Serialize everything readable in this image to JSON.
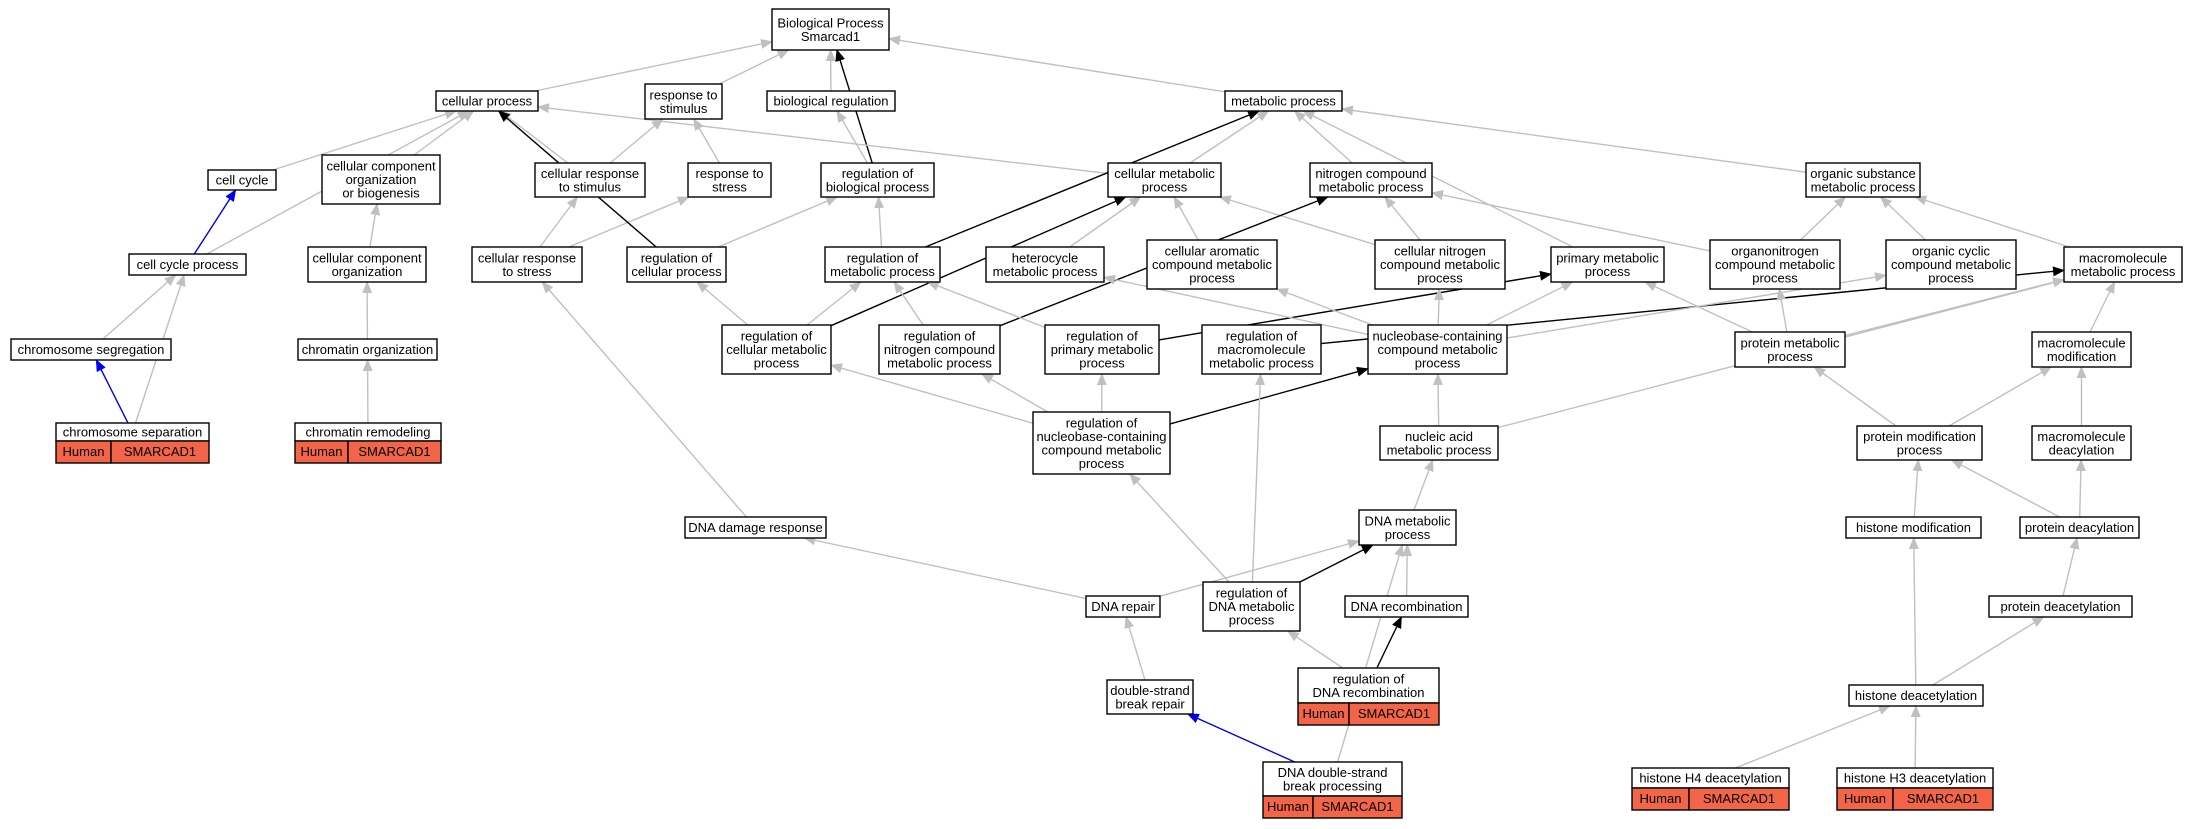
{
  "colors": {
    "gray": "#c0c0c0",
    "black": "#000000",
    "blue": "#0000ee",
    "annotation": "#f26549"
  },
  "annotation": {
    "organism": "Human",
    "gene": "SMARCAD1"
  },
  "nodes": {
    "root": [
      "Biological Process",
      "Smarcad1"
    ],
    "cellular_process": [
      "cellular process"
    ],
    "response_to_stimulus": [
      "response to",
      "stimulus"
    ],
    "biological_regulation": [
      "biological regulation"
    ],
    "metabolic_process": [
      "metabolic process"
    ],
    "cell_cycle": [
      "cell cycle"
    ],
    "cell_comp_org_biogenesis": [
      "cellular component",
      "organization",
      "or biogenesis"
    ],
    "cellular_response_to_stimulus": [
      "cellular response",
      "to stimulus"
    ],
    "response_to_stress": [
      "response to",
      "stress"
    ],
    "regulation_of_biological_process": [
      "regulation of",
      "biological process"
    ],
    "cellular_metabolic_process": [
      "cellular metabolic",
      "process"
    ],
    "nitrogen_compound_metabolic_process": [
      "nitrogen compound",
      "metabolic process"
    ],
    "organic_substance_metabolic_process": [
      "organic substance",
      "metabolic process"
    ],
    "cell_cycle_process": [
      "cell cycle process"
    ],
    "cellular_component_organization": [
      "cellular component",
      "organization"
    ],
    "cellular_response_to_stress": [
      "cellular response",
      "to stress"
    ],
    "regulation_of_cellular_process": [
      "regulation of",
      "cellular process"
    ],
    "regulation_of_metabolic_process": [
      "regulation of",
      "metabolic process"
    ],
    "heterocycle_metabolic_process": [
      "heterocycle",
      "metabolic process"
    ],
    "cellular_aromatic_compound_metabolic_process": [
      "cellular aromatic",
      "compound metabolic",
      "process"
    ],
    "cellular_nitrogen_compound_metabolic_process": [
      "cellular nitrogen",
      "compound metabolic",
      "process"
    ],
    "primary_metabolic_process": [
      "primary metabolic",
      "process"
    ],
    "organonitrogen_compound_metabolic_process": [
      "organonitrogen",
      "compound metabolic",
      "process"
    ],
    "organic_cyclic_compound_metabolic_process": [
      "organic cyclic",
      "compound metabolic",
      "process"
    ],
    "macromolecule_metabolic_process": [
      "macromolecule",
      "metabolic process"
    ],
    "chromosome_segregation": [
      "chromosome segregation"
    ],
    "chromatin_organization": [
      "chromatin organization"
    ],
    "regulation_of_cellular_metabolic_process": [
      "regulation of",
      "cellular metabolic",
      "process"
    ],
    "regulation_of_nitrogen_compound_metabolic_process": [
      "regulation of",
      "nitrogen compound",
      "metabolic process"
    ],
    "regulation_of_primary_metabolic_process": [
      "regulation of",
      "primary metabolic",
      "process"
    ],
    "regulation_of_macromolecule_metabolic_process": [
      "regulation of",
      "macromolecule",
      "metabolic process"
    ],
    "nucleobase_containing_compound_metabolic_process": [
      "nucleobase-containing",
      "compound metabolic",
      "process"
    ],
    "protein_metabolic_process": [
      "protein metabolic",
      "process"
    ],
    "macromolecule_modification": [
      "macromolecule",
      "modification"
    ],
    "chromosome_separation": [
      "chromosome separation"
    ],
    "chromatin_remodeling": [
      "chromatin remodeling"
    ],
    "regulation_of_nucleobase_containing_compound_metabolic_process": [
      "regulation of",
      "nucleobase-containing",
      "compound metabolic",
      "process"
    ],
    "nucleic_acid_metabolic_process": [
      "nucleic acid",
      "metabolic process"
    ],
    "protein_modification_process": [
      "protein modification",
      "process"
    ],
    "macromolecule_deacylation": [
      "macromolecule",
      "deacylation"
    ],
    "dna_damage_response": [
      "DNA damage response"
    ],
    "dna_metabolic_process": [
      "DNA metabolic",
      "process"
    ],
    "histone_modification": [
      "histone modification"
    ],
    "protein_deacylation": [
      "protein deacylation"
    ],
    "dna_repair": [
      "DNA repair"
    ],
    "regulation_of_dna_metabolic_process": [
      "regulation of",
      "DNA metabolic",
      "process"
    ],
    "dna_recombination": [
      "DNA recombination"
    ],
    "protein_deacetylation": [
      "protein deacetylation"
    ],
    "regulation_of_dna_recombination": [
      "regulation of",
      "DNA recombination"
    ],
    "double_strand_break_repair": [
      "double-strand",
      "break repair"
    ],
    "histone_deacetylation": [
      "histone deacetylation"
    ],
    "dna_double_strand_break_processing": [
      "DNA double-strand",
      "break processing"
    ],
    "histone_h4_deacetylation": [
      "histone H4 deacetylation"
    ],
    "histone_h3_deacetylation": [
      "histone H3 deacetylation"
    ]
  },
  "annotated_nodes": [
    "chromosome_separation",
    "chromatin_remodeling",
    "regulation_of_dna_recombination",
    "dna_double_strand_break_processing",
    "histone_h4_deacetylation",
    "histone_h3_deacetylation"
  ],
  "edges": [
    {
      "from": "cellular_process",
      "to": "root",
      "color": "gray"
    },
    {
      "from": "response_to_stimulus",
      "to": "root",
      "color": "gray"
    },
    {
      "from": "biological_regulation",
      "to": "root",
      "color": "gray"
    },
    {
      "from": "metabolic_process",
      "to": "root",
      "color": "gray"
    },
    {
      "from": "regulation_of_biological_process",
      "to": "root",
      "color": "black"
    },
    {
      "from": "cell_cycle",
      "to": "cellular_process",
      "color": "gray"
    },
    {
      "from": "cell_comp_org_biogenesis",
      "to": "cellular_process",
      "color": "gray"
    },
    {
      "from": "cellular_response_to_stimulus",
      "to": "cellular_process",
      "color": "gray"
    },
    {
      "from": "cellular_response_to_stimulus",
      "to": "response_to_stimulus",
      "color": "gray"
    },
    {
      "from": "response_to_stress",
      "to": "response_to_stimulus",
      "color": "gray"
    },
    {
      "from": "regulation_of_biological_process",
      "to": "biological_regulation",
      "color": "gray"
    },
    {
      "from": "cellular_metabolic_process",
      "to": "cellular_process",
      "color": "gray"
    },
    {
      "from": "cellular_metabolic_process",
      "to": "metabolic_process",
      "color": "gray"
    },
    {
      "from": "nitrogen_compound_metabolic_process",
      "to": "metabolic_process",
      "color": "gray"
    },
    {
      "from": "organic_substance_metabolic_process",
      "to": "metabolic_process",
      "color": "gray"
    },
    {
      "from": "primary_metabolic_process",
      "to": "metabolic_process",
      "color": "gray"
    },
    {
      "from": "cell_cycle_process",
      "to": "cellular_process",
      "color": "gray"
    },
    {
      "from": "cell_cycle_process",
      "to": "cell_cycle",
      "color": "blue"
    },
    {
      "from": "cellular_component_organization",
      "to": "cell_comp_org_biogenesis",
      "color": "gray"
    },
    {
      "from": "cellular_response_to_stress",
      "to": "cellular_response_to_stimulus",
      "color": "gray"
    },
    {
      "from": "cellular_response_to_stress",
      "to": "response_to_stress",
      "color": "gray"
    },
    {
      "from": "regulation_of_cellular_process",
      "to": "cellular_process",
      "color": "black"
    },
    {
      "from": "regulation_of_cellular_process",
      "to": "regulation_of_biological_process",
      "color": "gray"
    },
    {
      "from": "regulation_of_metabolic_process",
      "to": "regulation_of_biological_process",
      "color": "gray"
    },
    {
      "from": "regulation_of_metabolic_process",
      "to": "metabolic_process",
      "color": "black"
    },
    {
      "from": "heterocycle_metabolic_process",
      "to": "cellular_metabolic_process",
      "color": "gray"
    },
    {
      "from": "cellular_aromatic_compound_metabolic_process",
      "to": "cellular_metabolic_process",
      "color": "gray"
    },
    {
      "from": "cellular_nitrogen_compound_metabolic_process",
      "to": "cellular_metabolic_process",
      "color": "gray"
    },
    {
      "from": "cellular_nitrogen_compound_metabolic_process",
      "to": "nitrogen_compound_metabolic_process",
      "color": "gray"
    },
    {
      "from": "organonitrogen_compound_metabolic_process",
      "to": "nitrogen_compound_metabolic_process",
      "color": "gray"
    },
    {
      "from": "organonitrogen_compound_metabolic_process",
      "to": "organic_substance_metabolic_process",
      "color": "gray"
    },
    {
      "from": "organic_cyclic_compound_metabolic_process",
      "to": "organic_substance_metabolic_process",
      "color": "gray"
    },
    {
      "from": "macromolecule_metabolic_process",
      "to": "organic_substance_metabolic_process",
      "color": "gray"
    },
    {
      "from": "chromosome_segregation",
      "to": "cell_cycle_process",
      "color": "gray"
    },
    {
      "from": "chromatin_organization",
      "to": "cellular_component_organization",
      "color": "gray"
    },
    {
      "from": "regulation_of_cellular_metabolic_process",
      "to": "regulation_of_cellular_process",
      "color": "gray"
    },
    {
      "from": "regulation_of_cellular_metabolic_process",
      "to": "regulation_of_metabolic_process",
      "color": "gray"
    },
    {
      "from": "regulation_of_cellular_metabolic_process",
      "to": "cellular_metabolic_process",
      "color": "black"
    },
    {
      "from": "regulation_of_nitrogen_compound_metabolic_process",
      "to": "regulation_of_metabolic_process",
      "color": "gray"
    },
    {
      "from": "regulation_of_nitrogen_compound_metabolic_process",
      "to": "nitrogen_compound_metabolic_process",
      "color": "black"
    },
    {
      "from": "regulation_of_primary_metabolic_process",
      "to": "regulation_of_metabolic_process",
      "color": "gray"
    },
    {
      "from": "regulation_of_primary_metabolic_process",
      "to": "primary_metabolic_process",
      "color": "black"
    },
    {
      "from": "regulation_of_macromolecule_metabolic_process",
      "to": "macromolecule_metabolic_process",
      "color": "black"
    },
    {
      "from": "nucleobase_containing_compound_metabolic_process",
      "to": "heterocycle_metabolic_process",
      "color": "gray"
    },
    {
      "from": "nucleobase_containing_compound_metabolic_process",
      "to": "cellular_aromatic_compound_metabolic_process",
      "color": "gray"
    },
    {
      "from": "nucleobase_containing_compound_metabolic_process",
      "to": "cellular_nitrogen_compound_metabolic_process",
      "color": "gray"
    },
    {
      "from": "nucleobase_containing_compound_metabolic_process",
      "to": "organic_cyclic_compound_metabolic_process",
      "color": "gray"
    },
    {
      "from": "nucleobase_containing_compound_metabolic_process",
      "to": "primary_metabolic_process",
      "color": "gray"
    },
    {
      "from": "protein_metabolic_process",
      "to": "primary_metabolic_process",
      "color": "gray"
    },
    {
      "from": "protein_metabolic_process",
      "to": "organonitrogen_compound_metabolic_process",
      "color": "gray"
    },
    {
      "from": "protein_metabolic_process",
      "to": "macromolecule_metabolic_process",
      "color": "gray"
    },
    {
      "from": "macromolecule_modification",
      "to": "macromolecule_metabolic_process",
      "color": "gray"
    },
    {
      "from": "chromosome_separation",
      "to": "chromosome_segregation",
      "color": "blue"
    },
    {
      "from": "chromosome_separation",
      "to": "cell_cycle_process",
      "color": "gray"
    },
    {
      "from": "chromatin_remodeling",
      "to": "chromatin_organization",
      "color": "gray"
    },
    {
      "from": "regulation_of_nucleobase_containing_compound_metabolic_process",
      "to": "regulation_of_cellular_metabolic_process",
      "color": "gray"
    },
    {
      "from": "regulation_of_nucleobase_containing_compound_metabolic_process",
      "to": "regulation_of_nitrogen_compound_metabolic_process",
      "color": "gray"
    },
    {
      "from": "regulation_of_nucleobase_containing_compound_metabolic_process",
      "to": "regulation_of_primary_metabolic_process",
      "color": "gray"
    },
    {
      "from": "regulation_of_nucleobase_containing_compound_metabolic_process",
      "to": "nucleobase_containing_compound_metabolic_process",
      "color": "black"
    },
    {
      "from": "nucleic_acid_metabolic_process",
      "to": "nucleobase_containing_compound_metabolic_process",
      "color": "gray"
    },
    {
      "from": "nucleic_acid_metabolic_process",
      "to": "macromolecule_metabolic_process",
      "color": "gray"
    },
    {
      "from": "protein_modification_process",
      "to": "protein_metabolic_process",
      "color": "gray"
    },
    {
      "from": "protein_modification_process",
      "to": "macromolecule_modification",
      "color": "gray"
    },
    {
      "from": "macromolecule_deacylation",
      "to": "macromolecule_modification",
      "color": "gray"
    },
    {
      "from": "dna_damage_response",
      "to": "cellular_response_to_stress",
      "color": "gray"
    },
    {
      "from": "dna_metabolic_process",
      "to": "nucleic_acid_metabolic_process",
      "color": "gray"
    },
    {
      "from": "histone_modification",
      "to": "protein_modification_process",
      "color": "gray"
    },
    {
      "from": "protein_deacylation",
      "to": "protein_modification_process",
      "color": "gray"
    },
    {
      "from": "protein_deacylation",
      "to": "macromolecule_deacylation",
      "color": "gray"
    },
    {
      "from": "dna_repair",
      "to": "dna_damage_response",
      "color": "gray"
    },
    {
      "from": "dna_repair",
      "to": "dna_metabolic_process",
      "color": "gray"
    },
    {
      "from": "regulation_of_dna_metabolic_process",
      "to": "regulation_of_nucleobase_containing_compound_metabolic_process",
      "color": "gray"
    },
    {
      "from": "regulation_of_dna_metabolic_process",
      "to": "regulation_of_macromolecule_metabolic_process",
      "color": "gray"
    },
    {
      "from": "regulation_of_dna_metabolic_process",
      "to": "dna_metabolic_process",
      "color": "black"
    },
    {
      "from": "dna_recombination",
      "to": "dna_metabolic_process",
      "color": "gray"
    },
    {
      "from": "protein_deacetylation",
      "to": "protein_deacylation",
      "color": "gray"
    },
    {
      "from": "regulation_of_dna_recombination",
      "to": "regulation_of_dna_metabolic_process",
      "color": "gray"
    },
    {
      "from": "regulation_of_dna_recombination",
      "to": "dna_recombination",
      "color": "black"
    },
    {
      "from": "double_strand_break_repair",
      "to": "dna_repair",
      "color": "gray"
    },
    {
      "from": "histone_deacetylation",
      "to": "histone_modification",
      "color": "gray"
    },
    {
      "from": "histone_deacetylation",
      "to": "protein_deacetylation",
      "color": "gray"
    },
    {
      "from": "dna_double_strand_break_processing",
      "to": "double_strand_break_repair",
      "color": "blue"
    },
    {
      "from": "dna_double_strand_break_processing",
      "to": "dna_metabolic_process",
      "color": "gray"
    },
    {
      "from": "histone_h4_deacetylation",
      "to": "histone_deacetylation",
      "color": "gray"
    },
    {
      "from": "histone_h3_deacetylation",
      "to": "histone_deacetylation",
      "color": "gray"
    }
  ]
}
